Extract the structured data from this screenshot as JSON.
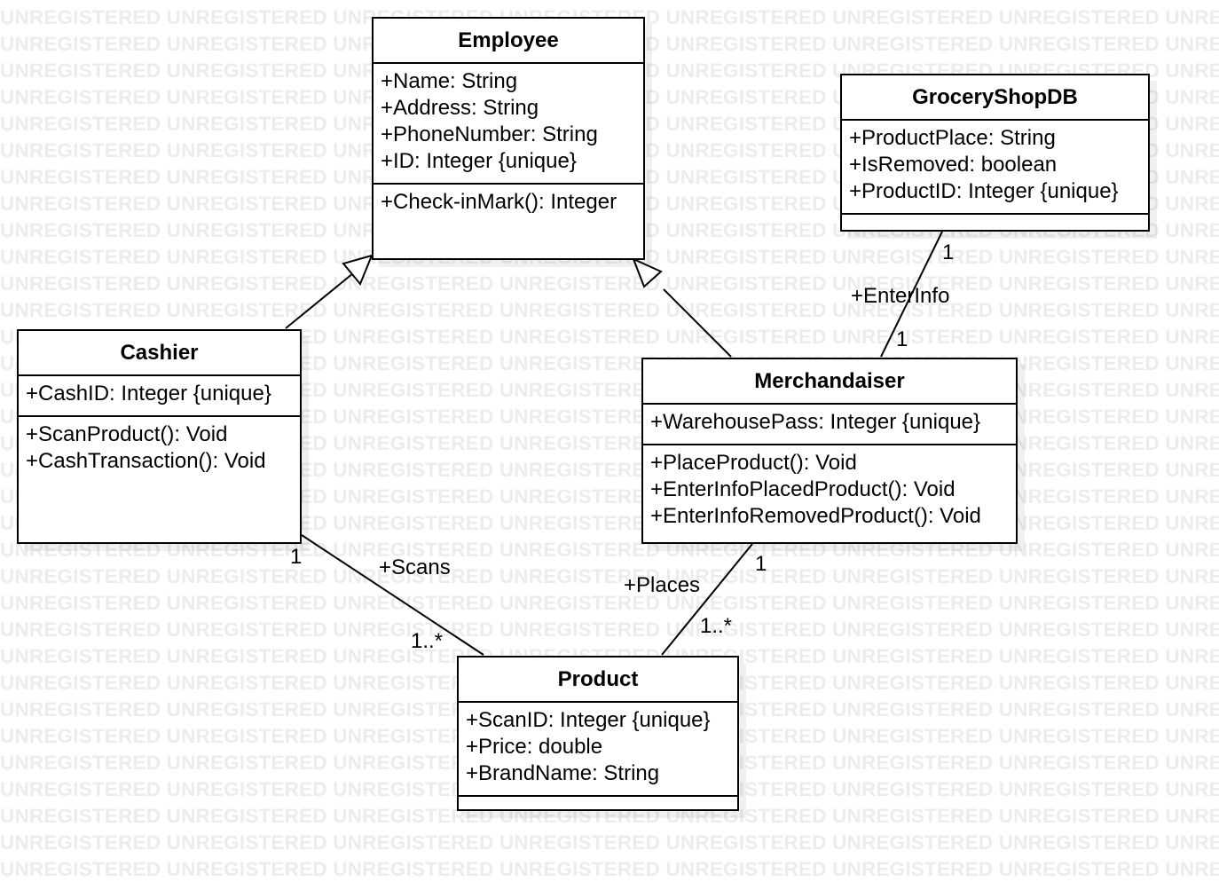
{
  "watermark": {
    "text": "UNREGISTERED"
  },
  "classes": {
    "employee": {
      "name": "Employee",
      "attributes": [
        "+Name: String",
        "+Address: String",
        "+PhoneNumber: String",
        "+ID: Integer {unique}"
      ],
      "operations": [
        "+Check-inMark(): Integer"
      ]
    },
    "grocery": {
      "name": "GroceryShopDB",
      "attributes": [
        "+ProductPlace: String",
        "+IsRemoved: boolean",
        "+ProductID: Integer {unique}"
      ],
      "operations": []
    },
    "cashier": {
      "name": "Cashier",
      "attributes": [
        "+CashID: Integer {unique}"
      ],
      "operations": [
        "+ScanProduct(): Void",
        "+CashTransaction(): Void"
      ]
    },
    "merchandaiser": {
      "name": "Merchandaiser",
      "attributes": [
        "+WarehousePass: Integer {unique}"
      ],
      "operations": [
        "+PlaceProduct(): Void",
        "+EnterInfoPlacedProduct(): Void",
        "+EnterInfoRemovedProduct(): Void"
      ]
    },
    "product": {
      "name": "Product",
      "attributes": [
        "+ScanID: Integer {unique}",
        "+Price: double",
        "+BrandName: String"
      ],
      "operations": []
    }
  },
  "associations": {
    "enter_info": {
      "label": "+EnterInfo",
      "mult_top": "1",
      "mult_bottom": "1"
    },
    "scans": {
      "label": "+Scans",
      "mult_cashier": "1",
      "mult_product": "1..*"
    },
    "places": {
      "label": "+Places",
      "mult_merch": "1",
      "mult_product": "1..*"
    }
  }
}
